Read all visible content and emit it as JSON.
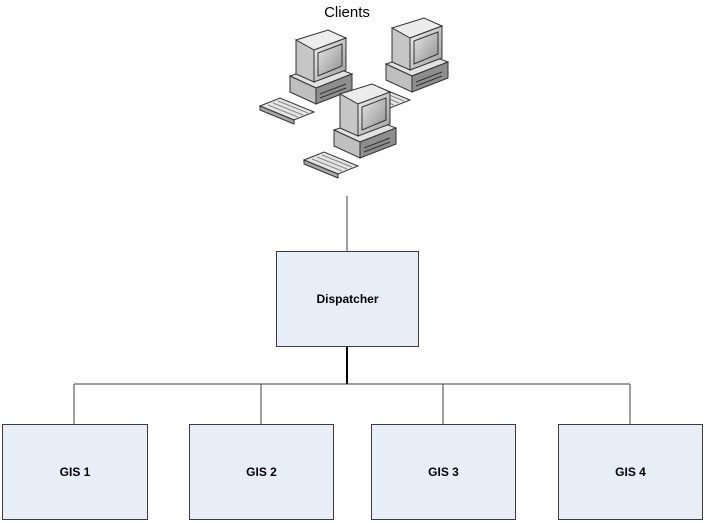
{
  "clients_label": "Clients",
  "dispatcher_label": "Dispatcher",
  "gis_nodes": [
    "GIS 1",
    "GIS 2",
    "GIS 3",
    "GIS 4"
  ],
  "colors": {
    "box_fill": "#e8eef7",
    "box_border": "#3d3d3d",
    "line": "#3d3d3d",
    "computer_body": "#d6d6d6",
    "screen": "#bdbdbd"
  },
  "icons": [
    "computer-icon",
    "computer-icon",
    "computer-icon"
  ]
}
